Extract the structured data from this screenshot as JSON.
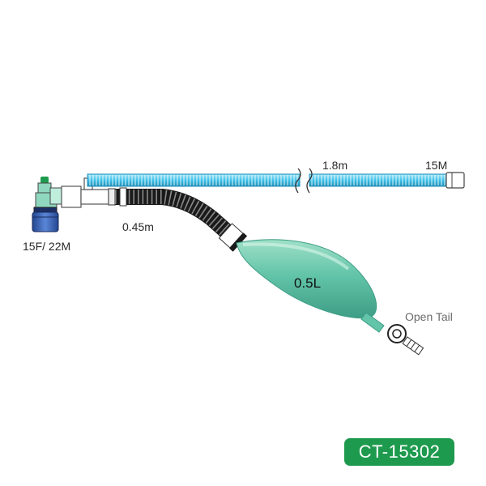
{
  "labels": {
    "connector": "15F/ 22M",
    "short_tube": "0.45m",
    "long_tube": "1.8m",
    "tube_end": "15M",
    "bag_volume": "0.5L",
    "tail": "Open Tail"
  },
  "product_code": "CT-15302",
  "colors": {
    "tube_blue": "#3cc0e8",
    "tube_blue_dark": "#1f8fb8",
    "bag_green": "#62c4a8",
    "elbow_green": "#8fd8bf",
    "connector_blue": "#3a63b8",
    "badge_green": "#1e9a4e",
    "hose_black": "#1a1a1a"
  }
}
